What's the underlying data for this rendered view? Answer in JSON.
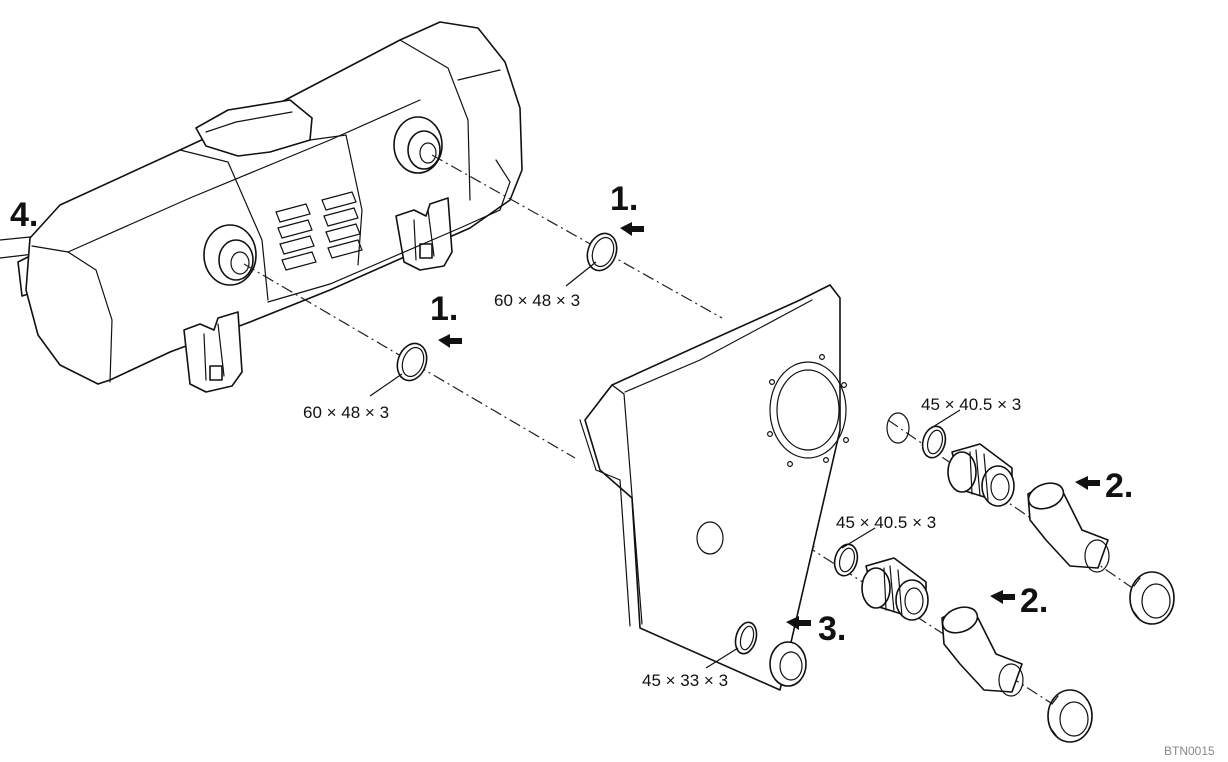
{
  "steps": {
    "step1_upper": "1.",
    "step1_lower": "1.",
    "step2_upper": "2.",
    "step2_lower": "2.",
    "step3": "3.",
    "step4": "4."
  },
  "dimensions": {
    "oring_upper": "60 × 48 × 3",
    "oring_lower": "60 × 48 × 3",
    "oring_right_upper": "45 × 40.5 × 3",
    "oring_right_lower": "45 × 40.5 × 3",
    "oring_small": "45 × 33 × 3"
  },
  "figure_code": "BTN0015"
}
